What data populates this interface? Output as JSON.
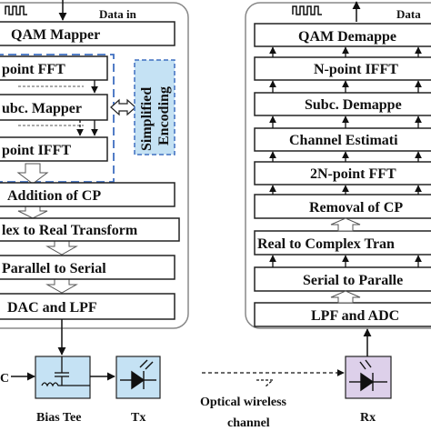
{
  "tx": {
    "data_in": "Data in",
    "blocks": [
      "QAM Mapper",
      "point FFT",
      "ubc. Mapper",
      "point IFFT",
      "Addition of CP",
      "lex to Real Transform",
      "Parallel to Serial",
      "DAC and LPF"
    ],
    "encoding": [
      "Simplified",
      "Encoding"
    ]
  },
  "rx": {
    "data_out": "Data",
    "blocks": [
      "QAM Demappe",
      "N-point IFFT",
      "Subc. Demappe",
      "Channel Estimati",
      "2N-point FFT",
      "Removal of CP",
      "Real to Complex Tran",
      "Serial to Paralle",
      "LPF and ADC"
    ]
  },
  "bottom": {
    "bias_tee": "Bias Tee",
    "tx_label": "Tx",
    "rx_label": "Rx",
    "channel_line1": "Optical wireless",
    "channel_line2": "channel",
    "dc_fragment": "C"
  },
  "colors": {
    "component_fill": "#c5e2f4",
    "rx_fill": "#ddd0ea",
    "dashed_border": "#3f6fc0",
    "outline": "#222222",
    "panel_border": "#888888"
  }
}
